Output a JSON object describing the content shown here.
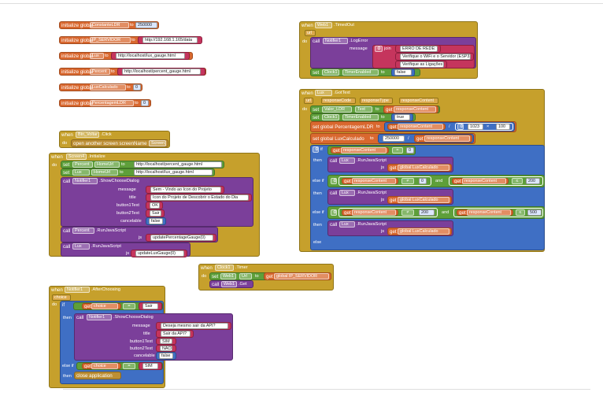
{
  "globals": [
    {
      "kw": "initialize global",
      "name": "ConstanteLDR",
      "to": "to",
      "value": "250000"
    },
    {
      "kw": "initialize global",
      "name": "IP_SERVIDOR",
      "to": "to",
      "value": "http://192.168.1.165/data"
    },
    {
      "kw": "initialize global",
      "name": "Lux",
      "to": "to",
      "value": "http://localhost/lux_gauge.html"
    },
    {
      "kw": "initialize global",
      "name": "Percent",
      "to": "to",
      "value": "http://localhost/percent_gauge.html"
    },
    {
      "kw": "initialize global",
      "name": "LuxCalculado",
      "to": "to",
      "value": "0"
    },
    {
      "kw": "initialize global",
      "name": "PercentagemLDR",
      "to": "to",
      "value": "0"
    }
  ],
  "btn_voltar": {
    "when": "when",
    "comp": "Btn_Voltar",
    "event": ".Click",
    "do": "do",
    "action": "open another screen  screenName",
    "screen": "Screen1"
  },
  "screen_init": {
    "when": "when",
    "comp": "Screen4",
    "event": ".Initialize",
    "do": "do",
    "set1": {
      "set": "set",
      "comp": "Percent",
      "prop": "HomeUrl",
      "to": "to",
      "value": "http://localhost/percent_gauge.html"
    },
    "set2": {
      "set": "set",
      "comp": "Lux",
      "prop": "HomeUrl",
      "to": "to",
      "value": "http://localhost/lux_gauge.html"
    },
    "dialog": {
      "call": "call",
      "comp": "Notifier1",
      "method": ".ShowChooseDialog",
      "message_lbl": "message",
      "message": "Sem - Vindo ao Icon do Projeto",
      "title_lbl": "title",
      "title": "Icon do Projeto de Descobrir o Estado do Dia",
      "b1_lbl": "button1Text",
      "b1": "OK",
      "b2_lbl": "button2Text",
      "b2": "Sair",
      "cancel_lbl": "cancelable",
      "cancel": "false"
    },
    "js1": {
      "call": "call",
      "comp": "Percent",
      "method": ".RunJavaScript",
      "js": "js",
      "value": "updatePercentageGauge(0)"
    },
    "js2": {
      "call": "call",
      "comp": "Lux",
      "method": ".RunJavaScript",
      "js": "js",
      "value": "updateLuxGauge(0)"
    }
  },
  "after_choosing": {
    "when": "when",
    "comp": "Notifier1",
    "event": ".AfterChoosing",
    "param": "choice",
    "do": "do",
    "if": "if",
    "get": "get",
    "var": "choice",
    "op": "=",
    "v1": "Sair",
    "then": "then",
    "dialog": {
      "call": "call",
      "comp": "Notifier1",
      "method": ".ShowChooseDialog",
      "message_lbl": "message",
      "message": "Deseja mesmo sair da API?",
      "title_lbl": "title",
      "title": "Sair da API?",
      "b1_lbl": "button1Text",
      "b1": "SIM",
      "b2_lbl": "button2Text",
      "b2": "NÃO",
      "cancel_lbl": "cancelable",
      "cancel": "false"
    },
    "elseif": "else if",
    "v2": "SIM",
    "then2": "then",
    "close": "close application"
  },
  "clock_timer": {
    "when": "when",
    "comp": "Clock1",
    "event": ".Timer",
    "do": "do",
    "set": "set",
    "comp2": "Web1",
    "prop": "Url",
    "to": "to",
    "get": "get",
    "var": "global IP_SERVIDOR",
    "call": "call",
    "comp3": "Web1",
    "method": ".Get"
  },
  "timedout": {
    "when": "when",
    "comp": "Web1",
    "event": ".TimedOut",
    "param": "url",
    "do": "do",
    "call": "call",
    "comp2": "Notifier1",
    "method": ".LogError",
    "message_lbl": "message",
    "join": "join",
    "s1": "ERRO DE REDE:",
    "s2": "Verifique o WiFi e o Servidor (ESP32)",
    "s3": "Verifique as Ligações",
    "set": "set",
    "comp3": "Clock1",
    "prop": "TimerEnabled",
    "to": "to",
    "value": "false"
  },
  "gottext": {
    "when": "when",
    "comp": "Lux",
    "event": ".GotText",
    "p0": "url",
    "p1": "responseCode",
    "p2": "responseType",
    "p3": "responseContent",
    "do": "do",
    "s1": {
      "set": "set",
      "comp": "Valor_LDR",
      "prop": "Text",
      "to": "to",
      "get": "get",
      "var": "responseContent"
    },
    "s2": {
      "set": "set",
      "comp": "Clock1",
      "prop": "TimerEnabled",
      "to": "to",
      "value": "true"
    },
    "s3": {
      "set": "set global PercentagemLDR",
      "to": "to",
      "get": "get",
      "var": "responseContent",
      "op": "/",
      "n1": "1023",
      "mul": "×",
      "n2": "100"
    },
    "s4": {
      "set": "set global LuxCalculado",
      "to": "to",
      "n": "250000",
      "op": "/",
      "get": "get",
      "var": "responseContent"
    },
    "if": "if",
    "lt": "=",
    "zero": "0",
    "then": "then",
    "call": "call",
    "method": ".RunJavaScript",
    "js": "js",
    "gv": "get",
    "gvar": "global LuxCalculado",
    "elseif": "else if",
    "gt": "≠",
    "and": "and",
    "lte": "≤",
    "n200": "200",
    "n200b": "200",
    "n500": "500",
    "else": "else"
  }
}
